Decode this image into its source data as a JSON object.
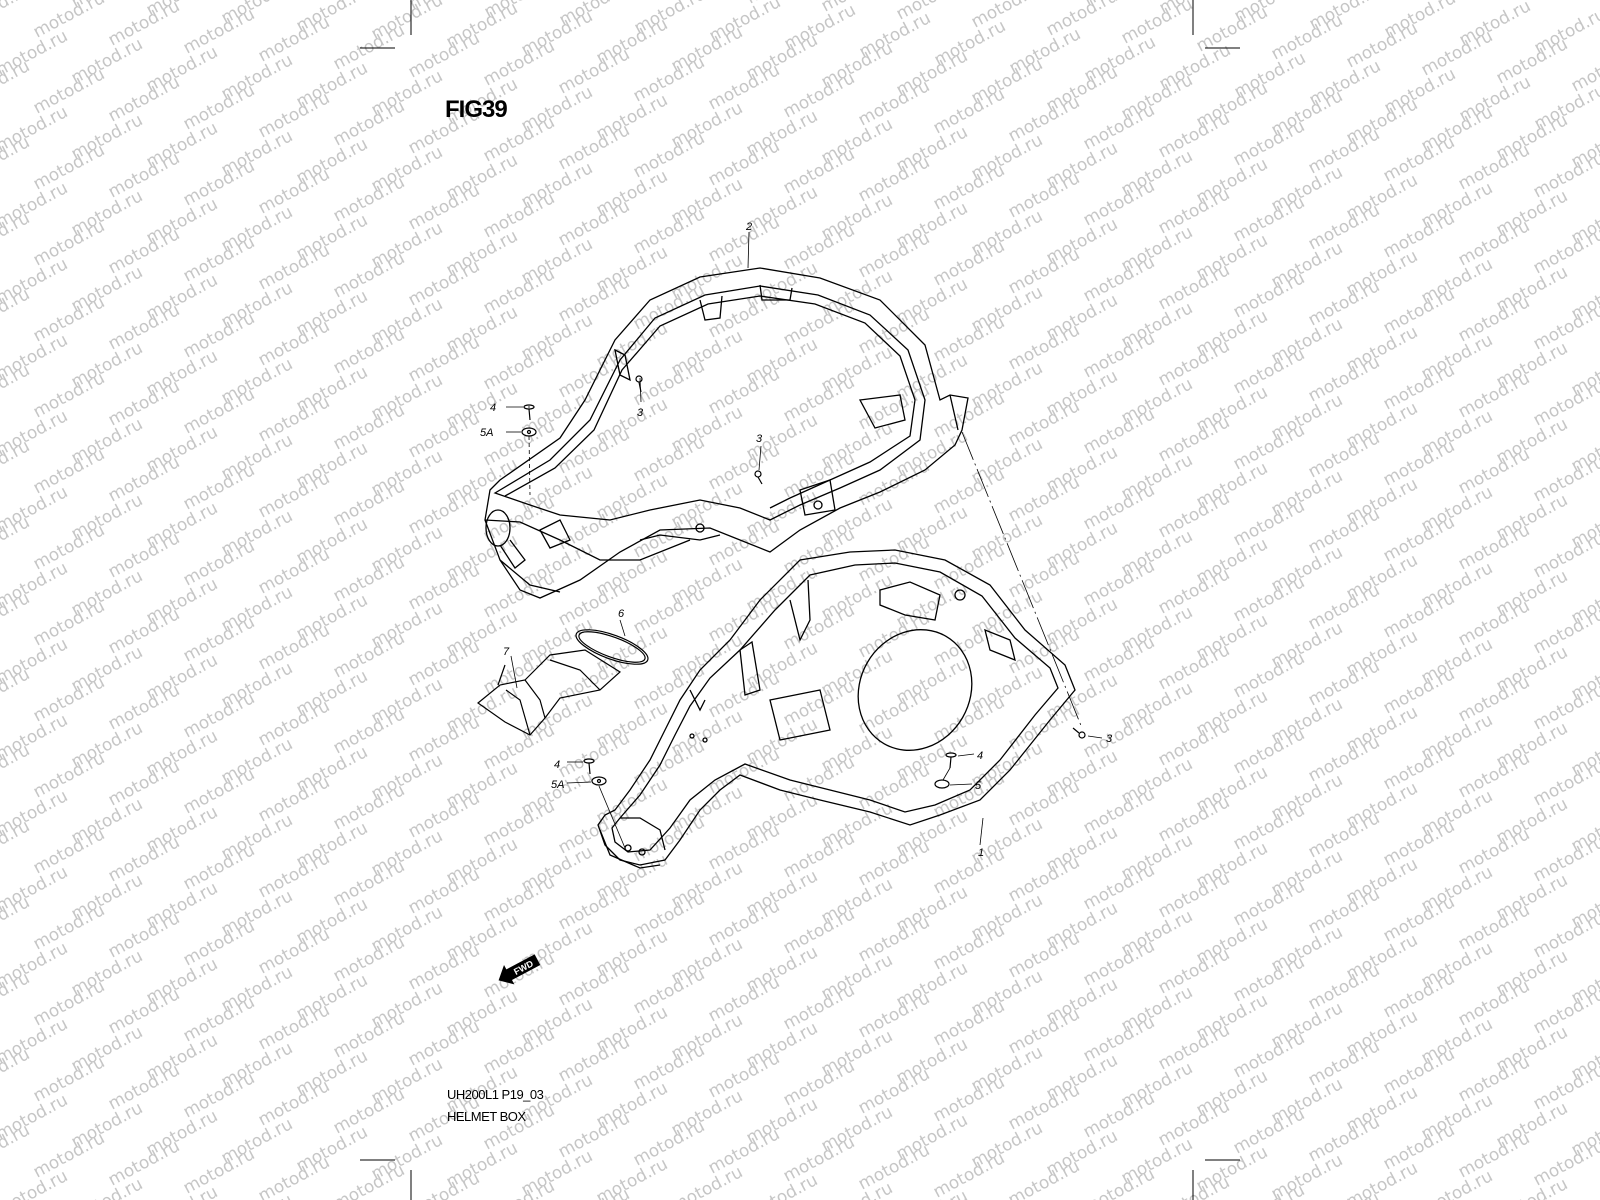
{
  "figure": {
    "title": "FIG39",
    "code": "UH200L1 P19_03",
    "name": "HELMET BOX"
  },
  "watermark": {
    "text": "motod.ru",
    "color": "#c6c6c6"
  },
  "fwd_arrow": {
    "label": "FWD",
    "icon": "fwd-arrow-icon"
  },
  "callouts": [
    "2",
    "3",
    "4",
    "5A",
    "3",
    "6",
    "7",
    "4",
    "5A",
    "4",
    "5",
    "3",
    "1"
  ]
}
